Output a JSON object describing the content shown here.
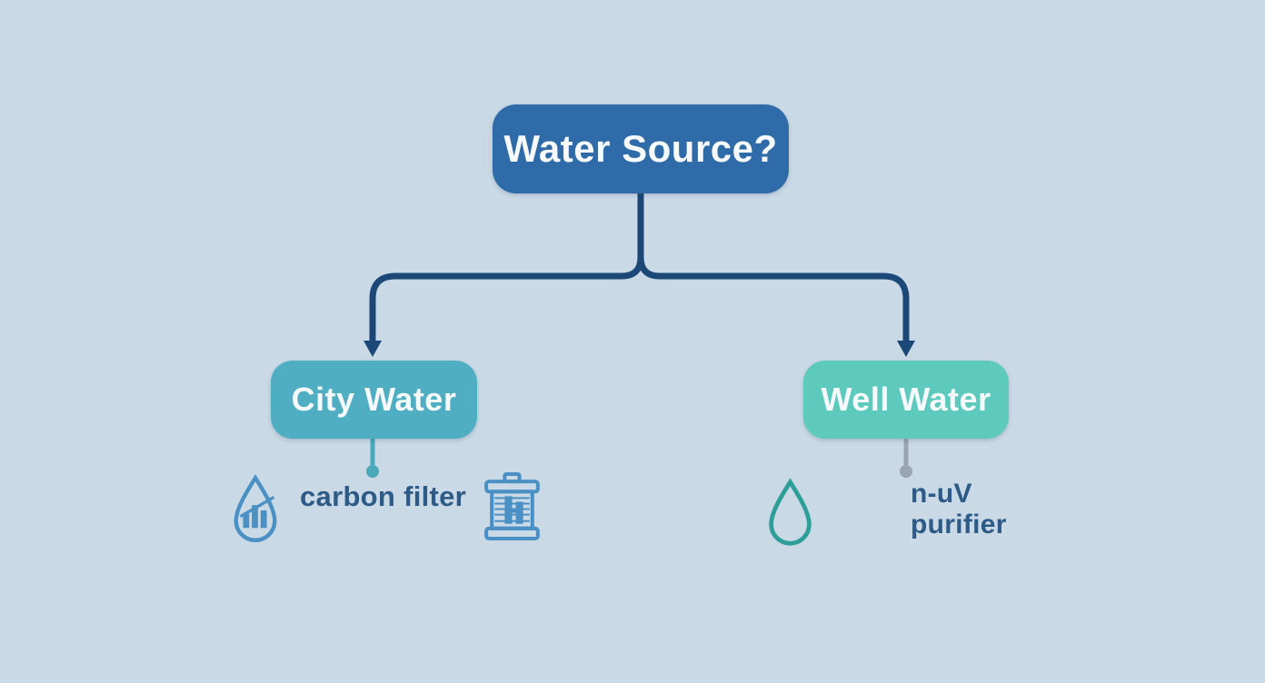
{
  "root_node": {
    "label": "Water Source?"
  },
  "branches": {
    "left": {
      "node_label": "City Water",
      "annotation_label": "carbon filter",
      "icons": [
        "water-drop-chart-icon",
        "filter-cartridge-icon"
      ]
    },
    "right": {
      "node_label": "Well Water",
      "annotation_line1": "n-uV",
      "annotation_line2": "purifier",
      "icons": [
        "water-drop-icon"
      ]
    }
  },
  "colors": {
    "background": "#C9D9E6",
    "root_box": "#2E6BA8",
    "city_box": "#4FAEC2",
    "well_box": "#5ECABD",
    "connector": "#1B4877",
    "node_text": "#F7FAFC",
    "label_text": "#2D5A86",
    "icon_blue": "#4A90C4",
    "icon_teal": "#2E9E99",
    "pin_teal": "#4AA9B8",
    "pin_gray": "#99A5B1"
  }
}
